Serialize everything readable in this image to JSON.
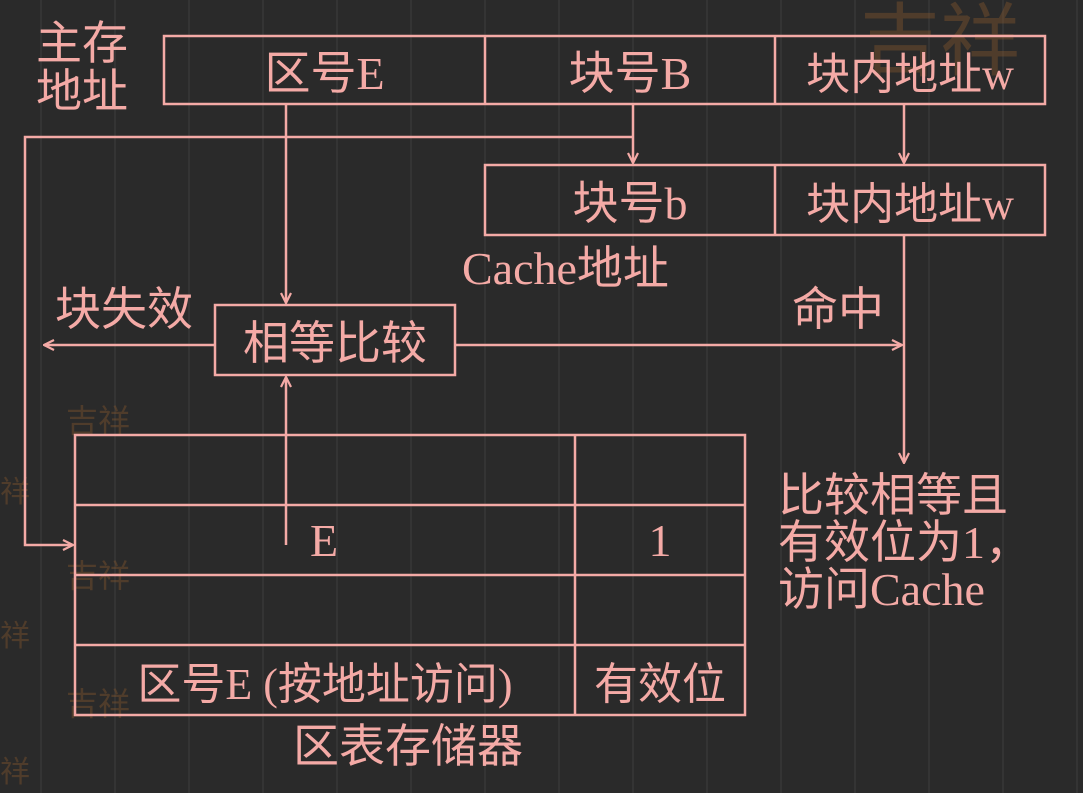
{
  "colors": {
    "stroke": "#f4aaa6",
    "background": "#2a2a2a",
    "watermark": "#8a5a2e"
  },
  "main_address": {
    "label": "主存\n地址",
    "fields": [
      "区号E",
      "块号B",
      "块内地址w"
    ]
  },
  "cache_address": {
    "label": "Cache地址",
    "fields": [
      "块号b",
      "块内地址w"
    ]
  },
  "comparator": {
    "label": "相等比较"
  },
  "miss_label": "块失效",
  "hit_label": "命中",
  "result_note": "比较相等且\n有效位为1，\n访问Cache",
  "region_table": {
    "rows": [
      {
        "region": "",
        "valid": ""
      },
      {
        "region": "E",
        "valid": "1"
      },
      {
        "region": "",
        "valid": ""
      }
    ],
    "header": {
      "region": "区号E (按地址访问)",
      "valid": "有效位"
    },
    "caption": "区表存储器"
  },
  "watermark_glyphs": [
    "吉",
    "祥"
  ]
}
